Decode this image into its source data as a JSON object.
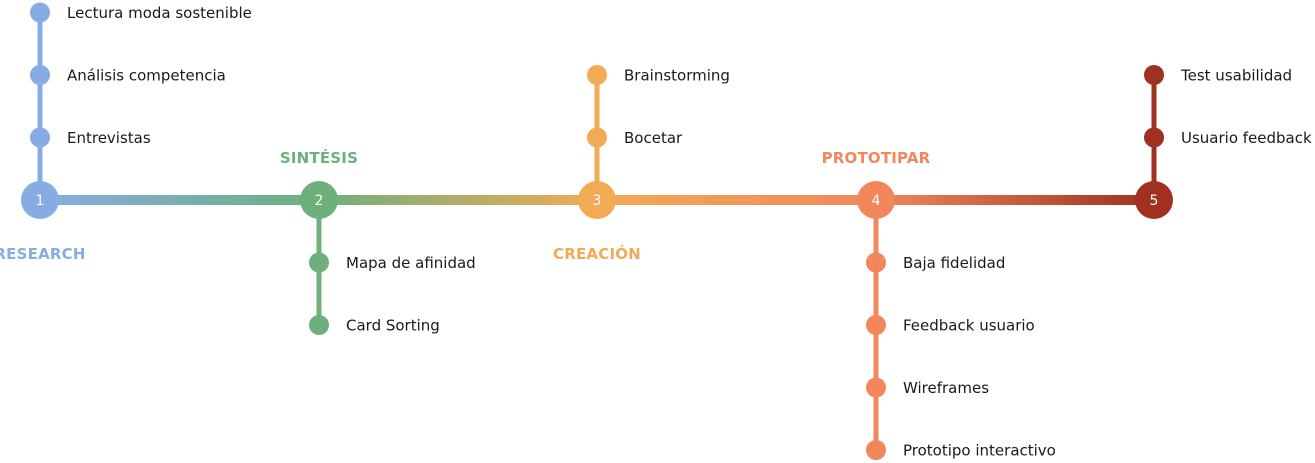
{
  "stages": [
    {
      "number": "1",
      "label": "RESEARCH",
      "color": "#86ace3",
      "items": [
        "Lectura moda sostenible",
        "Análisis competencia",
        "Entrevistas"
      ]
    },
    {
      "number": "2",
      "label": "SINTÉSIS",
      "color": "#6db07c",
      "items": [
        "Mapa de afinidad",
        "Card Sorting"
      ]
    },
    {
      "number": "3",
      "label": "CREACIÓN",
      "color": "#f2aa55",
      "items": [
        "Brainstorming",
        "Bocetar"
      ]
    },
    {
      "number": "4",
      "label": "PROTOTIPAR",
      "color": "#f2875c",
      "items": [
        "Baja fidelidad",
        "Feedback usuario",
        "Wireframes",
        "Prototipo interactivo"
      ]
    },
    {
      "number": "5",
      "label": "",
      "color": "#a0301f",
      "items": [
        "Test usabilidad",
        "Usuario feedback"
      ]
    }
  ]
}
